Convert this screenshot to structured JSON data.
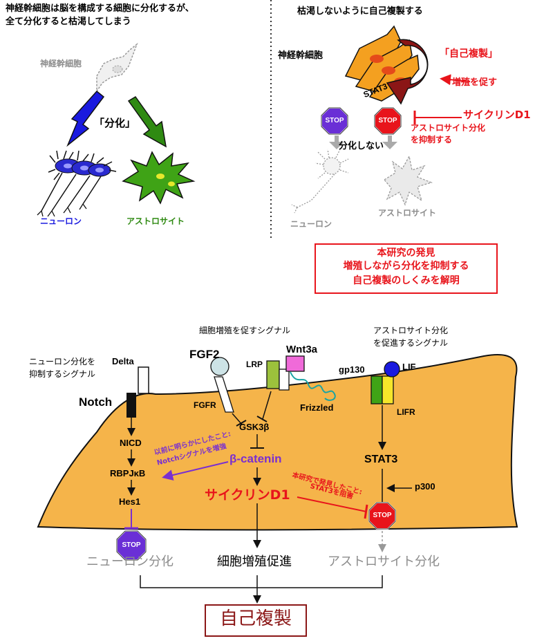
{
  "top_left": {
    "heading_line1": "神経幹細胞は脳を構成する細胞に分化するが、",
    "heading_line2": "全て分化すると枯渇してしまう",
    "stem_cell_label": "神経幹細胞",
    "differentiation_label": "「分化」",
    "neuron_label": "ニューロン",
    "astrocyte_label": "アストロサイト"
  },
  "top_right": {
    "heading": "枯渇しないように自己複製する",
    "stem_cell_label": "神経幹細胞",
    "self_renewal_label": "「自己複製」",
    "promote_label": "増殖を促す",
    "stat3_label": "STAT3",
    "cyclin_label": "サイクリンD1",
    "inhibit_line1": "アストロサイト分化",
    "inhibit_line2": "を抑制する",
    "no_diff_label": "分化しない",
    "stop_left": "STOP",
    "stop_right": "STOP",
    "neuron_label": "ニューロン",
    "astrocyte_label": "アストロサイト",
    "finding_title": "本研究の発見",
    "finding_line1": "増殖しながら分化を抑制する",
    "finding_line2": "自己複製のしくみを解明"
  },
  "bottom": {
    "neuron_sig_line1": "ニューロン分化を",
    "neuron_sig_line2": "抑制するシグナル",
    "delta": "Delta",
    "notch": "Notch",
    "prolif_sig": "細胞増殖を促すシグナル",
    "fgf2": "FGF2",
    "lrp": "LRP",
    "wnt3a": "Wnt3a",
    "fgfr": "FGFR",
    "gsk3b": "GSK3β",
    "frizzled": "Frizzled",
    "astro_sig_line1": "アストロサイト分化",
    "astro_sig_line2": "を促進するシグナル",
    "gp130": "gp130",
    "lif": "LIF",
    "lifr": "LIFR",
    "nicd": "NICD",
    "rbpjk": "RBPJκB",
    "hes1": "Hes1",
    "prev_line1": "以前に明らかにしたこと:",
    "prev_line2": "Notchシグナルを増強",
    "beta_catenin": "β-catenin",
    "cyclin": "サイクリンD1",
    "stat3": "STAT3",
    "p300": "p300",
    "this_line1": "本研究で発見したこと:",
    "this_line2": "STAT3を阻害",
    "stop_neuron": "STOP",
    "stop_astro": "STOP",
    "neuron_diff": "ニューロン分化",
    "prolif": "細胞増殖促進",
    "astro_diff": "アストロサイト分化",
    "self_renewal": "自己複製"
  },
  "colors": {
    "red": "#e8141b",
    "blue_arrow": "#1a1adf",
    "green_arrow": "#2f8a12",
    "cell_orange": "#f4b03e",
    "stop_purple": "#6a2fd6",
    "dark_red": "#8b1616"
  }
}
